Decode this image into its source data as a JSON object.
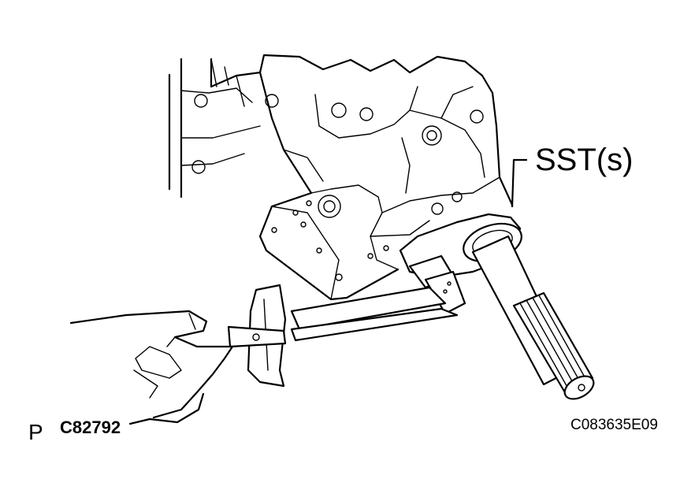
{
  "labels": {
    "sst": "SST(s)",
    "letter": "P",
    "part_code": "C82792",
    "figure_code": "C083635E09"
  },
  "colors": {
    "ink": "#000000",
    "background": "#ffffff"
  }
}
